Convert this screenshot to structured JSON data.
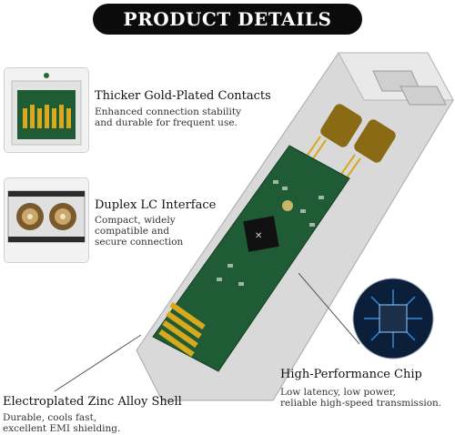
{
  "banner": {
    "title": "PRODUCT DETAILS"
  },
  "features": [
    {
      "title": "Thicker Gold-Plated Contacts",
      "lines": [
        "Enhanced connection stability",
        "and durable for frequent use."
      ]
    },
    {
      "title": "Duplex LC Interface",
      "lines": [
        "Compact, widely",
        "compatible and",
        "secure connection"
      ]
    },
    {
      "title": "High-Performance Chip",
      "lines": [
        "Low latency, low power,",
        "reliable high-speed transmission."
      ]
    },
    {
      "title": "Electroplated Zinc Alloy Shell",
      "lines": [
        "Durable, cools fast,",
        "excellent EMI shielding."
      ]
    }
  ],
  "colors": {
    "pcb": "#1f5b34",
    "gold": "#d8a91c",
    "shell": "#d9d9d9",
    "banner": "#0b0b0b"
  }
}
